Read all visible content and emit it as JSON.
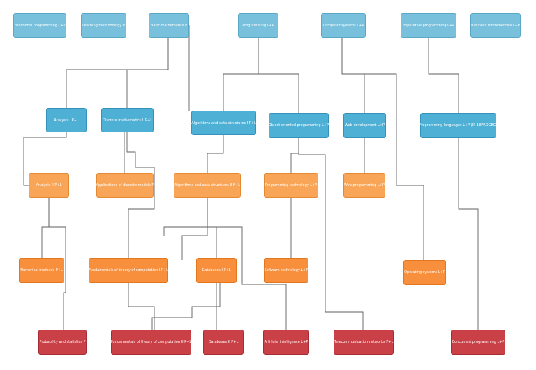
{
  "colors": {
    "row1": "#79c0dc",
    "row2": "#4fb0d5",
    "row3": "#f8a557",
    "row4": "#f78f3c",
    "row5": "#c94047",
    "connector": "#5f5f5f"
  },
  "nodes": [
    {
      "id": "n1",
      "label": "Functional programming L+P"
    },
    {
      "id": "n2",
      "label": "Learning methodology P"
    },
    {
      "id": "n3",
      "label": "Basic mathematics P"
    },
    {
      "id": "n4",
      "label": "Programming L+P"
    },
    {
      "id": "n5",
      "label": "Computer systems L+P"
    },
    {
      "id": "n6",
      "label": "Imperative programming L+P"
    },
    {
      "id": "n7",
      "label": "Business fundamentals L+P"
    },
    {
      "id": "n8",
      "label": "Analysis I P+L"
    },
    {
      "id": "n9",
      "label": "Discrete mathematics L P+L"
    },
    {
      "id": "n10",
      "label": "Algorithms and data structures I P+L"
    },
    {
      "id": "n11",
      "label": "Object-oriented programming L+P"
    },
    {
      "id": "n12",
      "label": "Web development L+P"
    },
    {
      "id": "n13",
      "label": "Programming languages L+P (IP-18PROGEG)"
    },
    {
      "id": "n14",
      "label": "Analysis II P+L"
    },
    {
      "id": "n15",
      "label": "Applications of discrete models P"
    },
    {
      "id": "n16",
      "label": "Algorithms and data structures II P+L"
    },
    {
      "id": "n17",
      "label": "Programming technology L+P"
    },
    {
      "id": "n18",
      "label": "Web programming L+P"
    },
    {
      "id": "n19",
      "label": "Numerical methods P+L"
    },
    {
      "id": "n20",
      "label": "Fundamentals of theory of computation I P+L"
    },
    {
      "id": "n21",
      "label": "Databases I P+L"
    },
    {
      "id": "n22",
      "label": "Software technology L+P"
    },
    {
      "id": "n23",
      "label": "Operating systems L+P"
    },
    {
      "id": "n24",
      "label": "Probability and statistics P"
    },
    {
      "id": "n25",
      "label": "Fundamentals of theory of computation II P+L"
    },
    {
      "id": "n26",
      "label": "Databases II P+L"
    },
    {
      "id": "n27",
      "label": "Artificial intelligence L+P"
    },
    {
      "id": "n28",
      "label": "Telecommunication networks P+L"
    },
    {
      "id": "n29",
      "label": "Concurrent programming L+P"
    }
  ]
}
